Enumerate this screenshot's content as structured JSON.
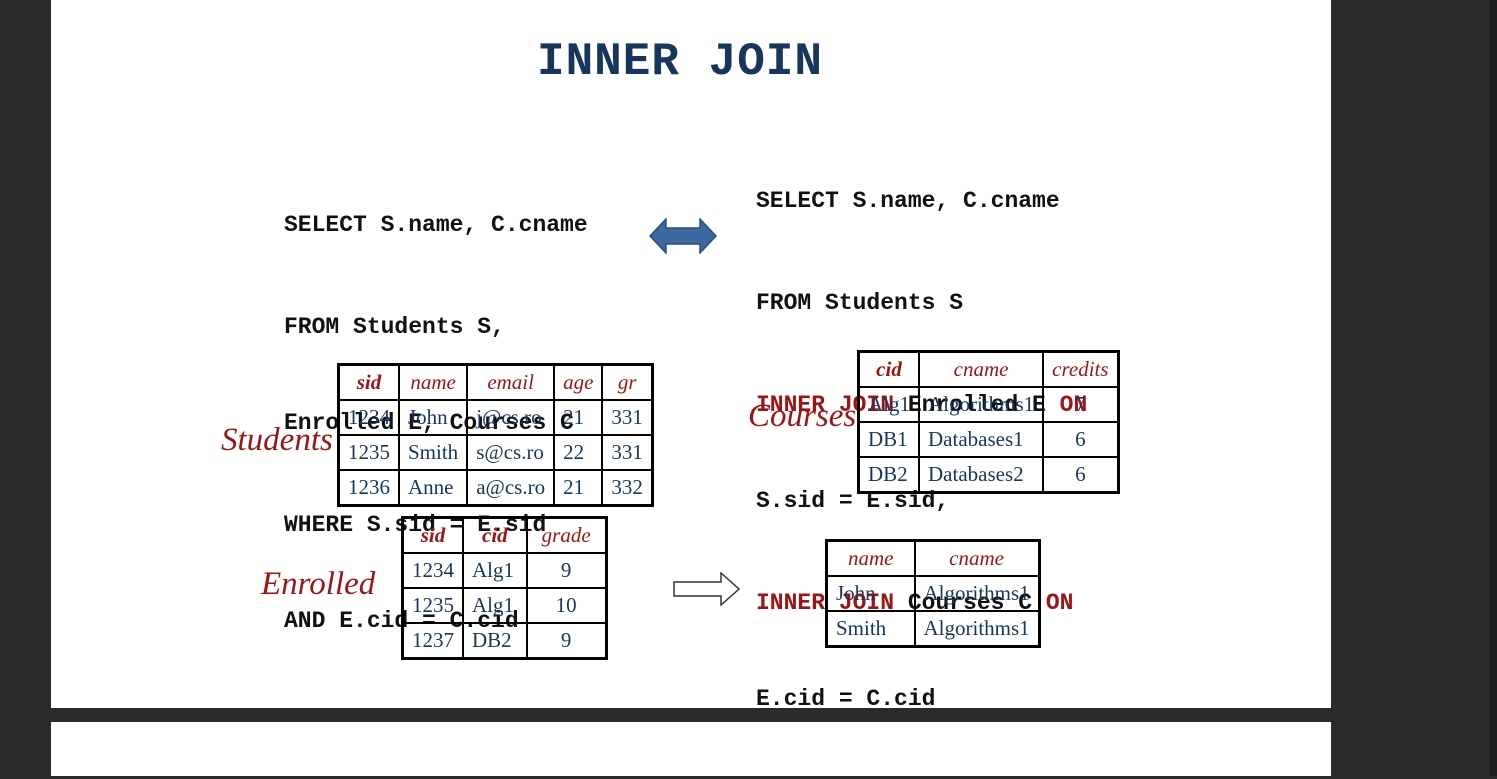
{
  "title": "INNER JOIN",
  "left_sql": {
    "l1": "SELECT S.name, C.cname",
    "l2": "FROM Students S,",
    "l3": "Enrolled E, Courses C",
    "l4": "WHERE S.sid = E.sid",
    "l5": "AND E.cid = C.cid"
  },
  "right_sql": {
    "l1": "SELECT S.name, C.cname",
    "l2": "FROM Students S",
    "l3_kw": "INNER JOIN",
    "l3_mid": " Enrolled E ",
    "l3_on": "ON",
    "l4": "S.sid = E.sid,",
    "l5_kw": "INNER JOIN",
    "l5_mid": " Courses C ",
    "l5_on": "ON",
    "l6": "E.cid = C.cid"
  },
  "labels": {
    "students": "Students",
    "courses": "Courses",
    "enrolled": "Enrolled"
  },
  "students": {
    "headers": [
      "sid",
      "name",
      "email",
      "age",
      "gr"
    ],
    "rows": [
      [
        "1234",
        "John",
        "j@cs.ro",
        "21",
        "331"
      ],
      [
        "1235",
        "Smith",
        "s@cs.ro",
        "22",
        "331"
      ],
      [
        "1236",
        "Anne",
        "a@cs.ro",
        "21",
        "332"
      ]
    ]
  },
  "courses": {
    "headers": [
      "cid",
      "cname",
      "credits"
    ],
    "rows": [
      [
        "Alg1",
        "Algorithms1",
        "7"
      ],
      [
        "DB1",
        "Databases1",
        "6"
      ],
      [
        "DB2",
        "Databases2",
        "6"
      ]
    ]
  },
  "enrolled": {
    "headers": [
      "sid",
      "cid",
      "grade"
    ],
    "rows": [
      [
        "1234",
        "Alg1",
        "9"
      ],
      [
        "1235",
        "Alg1",
        "10"
      ],
      [
        "1237",
        "DB2",
        "9"
      ]
    ]
  },
  "result": {
    "headers": [
      "name",
      "cname"
    ],
    "rows": [
      [
        "John",
        "Algorithms1"
      ],
      [
        "Smith",
        "Algorithms1"
      ]
    ]
  },
  "colors": {
    "title": "#17365d",
    "keyword": "#9c1414",
    "arrow_fill": "#3c6aa0",
    "background": "#2b2b2b"
  },
  "icons": {
    "equivalence": "double-arrow-icon",
    "result": "right-arrow-icon"
  }
}
